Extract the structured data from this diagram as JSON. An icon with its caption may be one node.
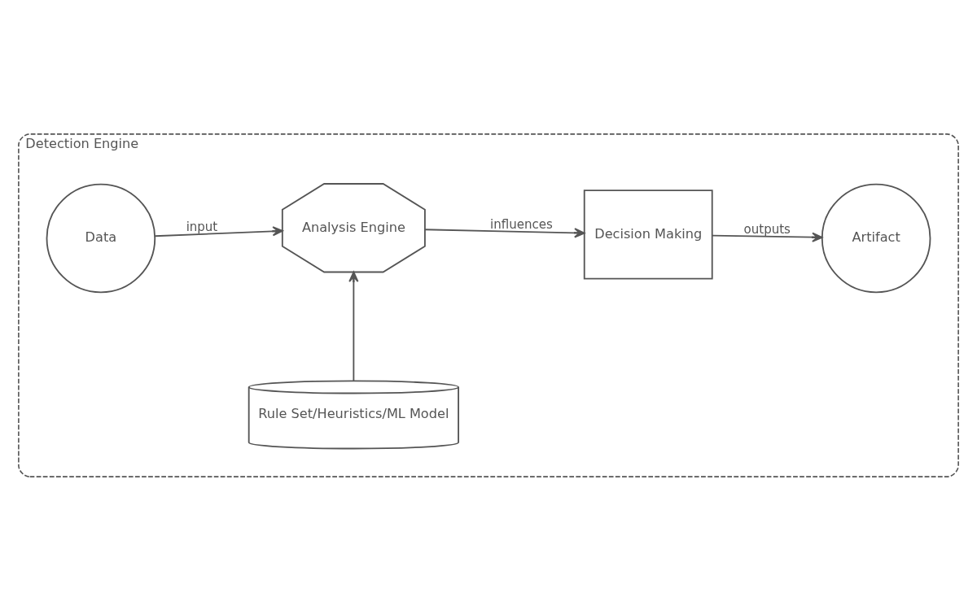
{
  "diagram": {
    "nodes": [
      {
        "text": [
          "Detection Engine"
        ]
      },
      {
        "text": [
          "Data"
        ],
        "in": 0
      },
      {
        "text": [
          "Analysis Engine"
        ],
        "in": 0
      },
      {
        "text": [
          "Decision Making"
        ],
        "in": 0
      },
      {
        "text": [
          "Artifact"
        ],
        "in": 0
      },
      {
        "text": [
          "Rule Set/Heuristics/ML Model"
        ],
        "in": 0
      }
    ],
    "edges": [
      {
        "from": 1,
        "to": 2,
        "arrow": "to",
        "label": "input"
      },
      {
        "from": 2,
        "to": 3,
        "arrow": "to",
        "label": "influences"
      },
      {
        "from": 3,
        "to": 4,
        "arrow": "to",
        "label": "outputs"
      },
      {
        "from": 5,
        "to": 2,
        "arrow": "to"
      }
    ]
  }
}
